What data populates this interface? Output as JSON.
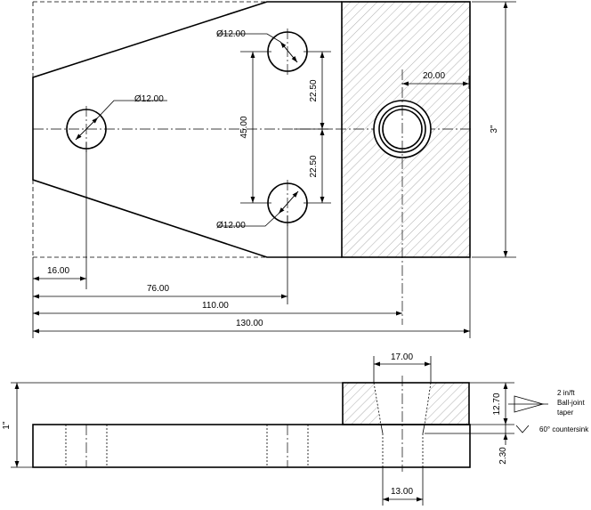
{
  "top_view": {
    "hole_top_label": "Ø12.00",
    "hole_left_label": "Ø12.00",
    "hole_bottom_label": "Ø12.00",
    "dim_20": "20.00",
    "dim_45": "45.00",
    "dim_2250_top": "22.50",
    "dim_2250_bottom": "22.50",
    "dim_3in": "3\"",
    "dim_16": "16.00",
    "dim_76": "76.00",
    "dim_110": "110.00",
    "dim_130": "130.00"
  },
  "side_view": {
    "dim_17": "17.00",
    "dim_1270": "12.70",
    "dim_1in": "1\"",
    "dim_230": "2.30",
    "dim_13": "13.00",
    "taper_note_line1": "2 in/ft",
    "taper_note_line2": "Ball-joint",
    "taper_note_line3": "taper",
    "countersink_note": "60° countersink"
  }
}
